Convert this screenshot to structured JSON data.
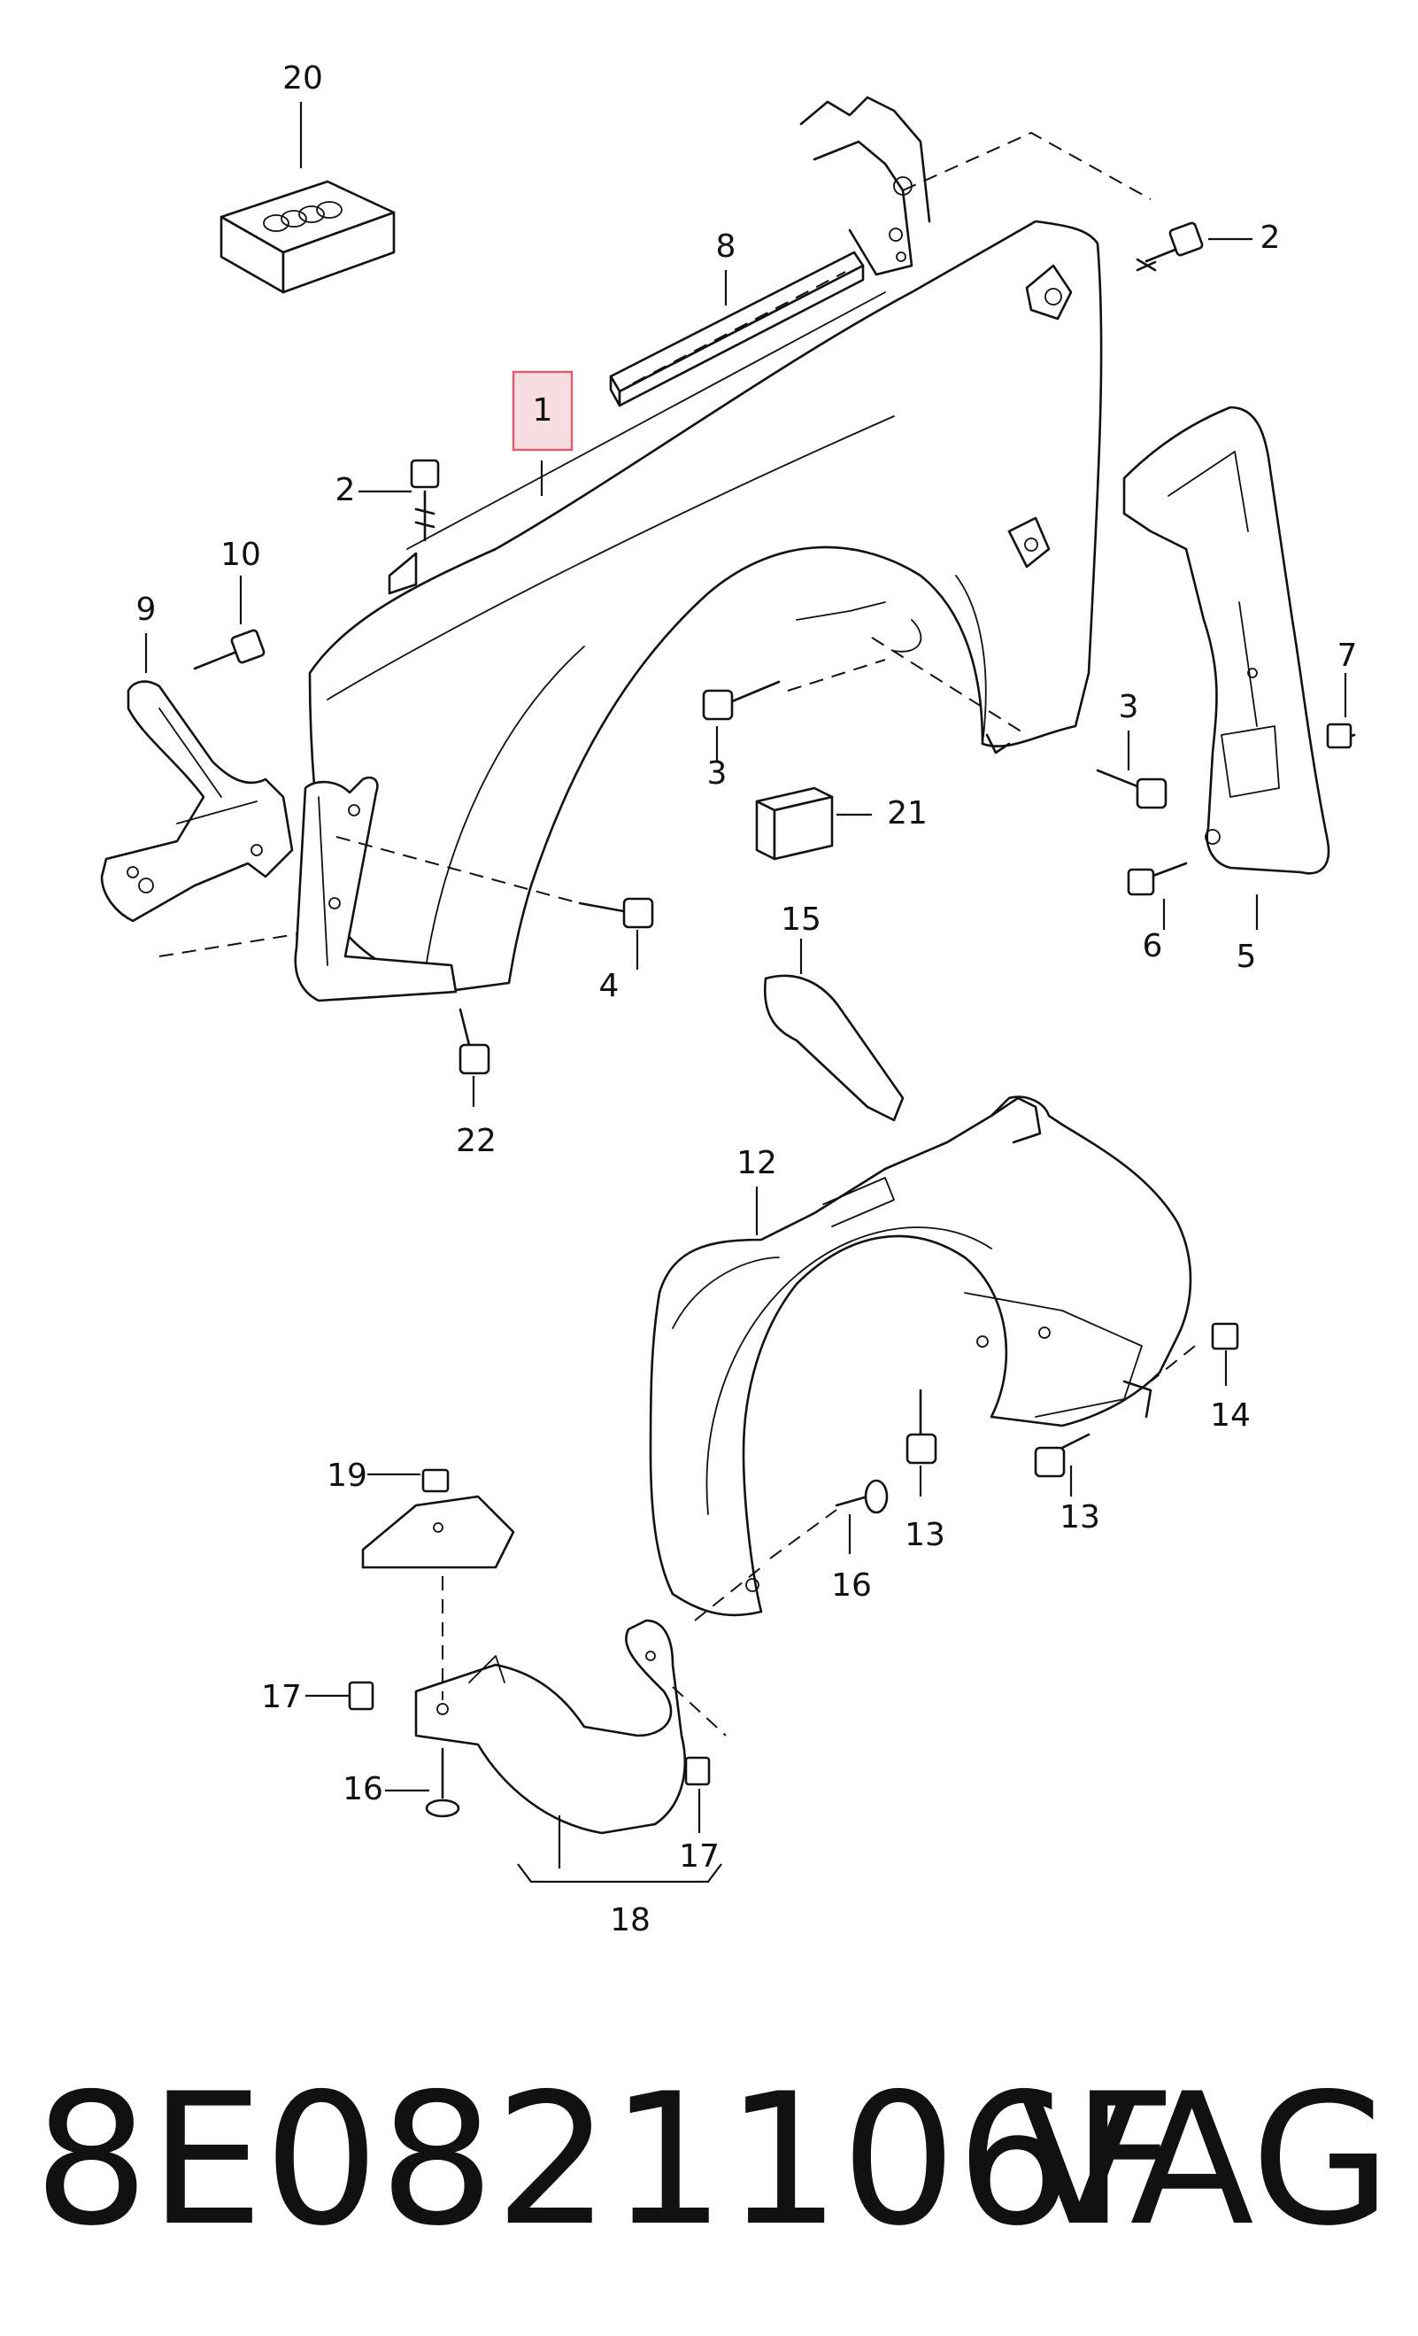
{
  "callouts": {
    "c1": "1",
    "c2a": "2",
    "c2b": "2",
    "c3a": "3",
    "c3b": "3",
    "c4": "4",
    "c5": "5",
    "c6": "6",
    "c7": "7",
    "c8": "8",
    "c9": "9",
    "c10": "10",
    "c12": "12",
    "c13a": "13",
    "c13b": "13",
    "c14": "14",
    "c15": "15",
    "c16a": "16",
    "c16b": "16",
    "c17a": "17",
    "c17b": "17",
    "c18": "18",
    "c19": "19",
    "c20": "20",
    "c21": "21",
    "c22": "22"
  },
  "highlight_color": "#e05a6a",
  "footer": {
    "part_number": "8E0821106F",
    "brand": "VAG"
  }
}
